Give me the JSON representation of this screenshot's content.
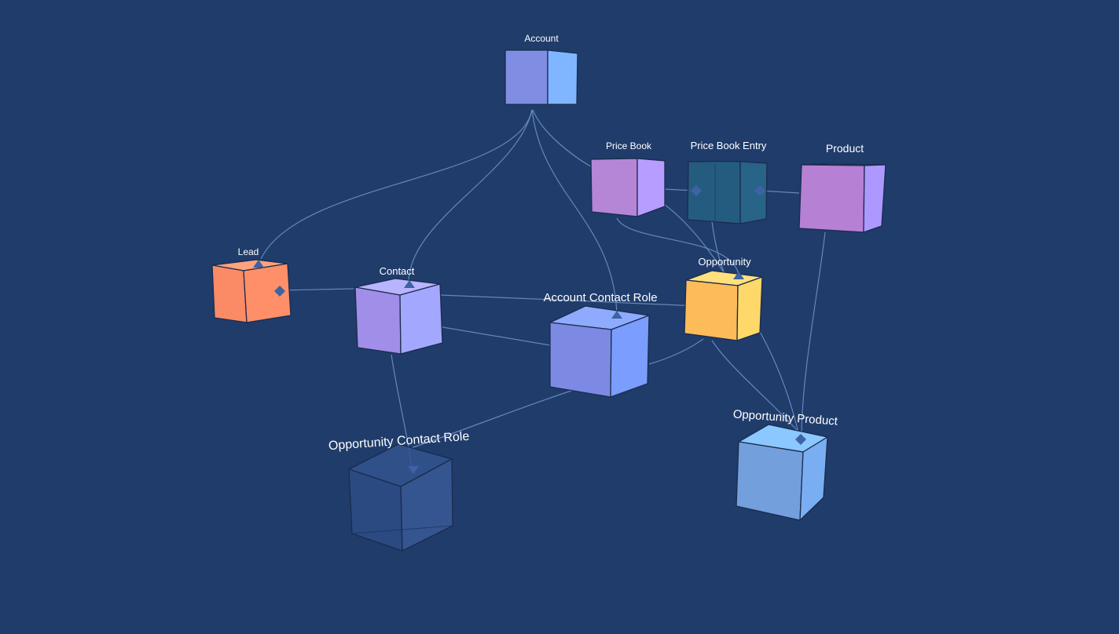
{
  "colors": {
    "background": "#1f3c6b",
    "connector": "#6b8fc4",
    "marker": "#3c63a3",
    "edge": "#1b2c4e"
  },
  "objects": [
    {
      "id": "account",
      "label": "Account",
      "colors": {
        "front": "#7f8ee3",
        "side": "#7fb6ff",
        "top": "#a3c4ff"
      }
    },
    {
      "id": "price-book",
      "label": "Price Book",
      "colors": {
        "front": "#b585d6",
        "side": "#b79dff",
        "top": "#c8b4ff"
      }
    },
    {
      "id": "price-book-entry",
      "label": "Price Book Entry",
      "colors": {
        "front": "#266184",
        "side": "#2a6a8d",
        "top": "#2f7496"
      }
    },
    {
      "id": "product",
      "label": "Product",
      "colors": {
        "front": "#b680d4",
        "side": "#ad98ff",
        "top": "#c3b1ff"
      }
    },
    {
      "id": "lead",
      "label": "Lead",
      "colors": {
        "front": "#fb8a66",
        "side": "#fe8f68",
        "top": "#ffa37e"
      }
    },
    {
      "id": "contact",
      "label": "Contact",
      "colors": {
        "front": "#a08ee8",
        "side": "#a3a8fe",
        "top": "#b9b4ff"
      }
    },
    {
      "id": "account-contact-role",
      "label": "Account Contact Role",
      "colors": {
        "front": "#7c8ae4",
        "side": "#7b9dfd",
        "top": "#8eabff"
      }
    },
    {
      "id": "opportunity",
      "label": "Opportunity",
      "colors": {
        "front": "#fdbb5a",
        "side": "#ffd86a",
        "top": "#ffe07e"
      }
    },
    {
      "id": "opportunity-contact-role",
      "label": "Opportunity Contact Role",
      "colors": {
        "front": "#2e4c86",
        "side": "#3a5996",
        "top": "#34548f"
      }
    },
    {
      "id": "opportunity-product",
      "label": "Opportunity Product",
      "colors": {
        "front": "#739fdd",
        "side": "#7aaef3",
        "top": "#8ac8ff"
      }
    }
  ],
  "relationships": [
    {
      "from": "account",
      "to": "lead"
    },
    {
      "from": "account",
      "to": "contact"
    },
    {
      "from": "account",
      "to": "account-contact-role"
    },
    {
      "from": "account",
      "to": "price-book"
    },
    {
      "from": "price-book",
      "to": "price-book-entry"
    },
    {
      "from": "product",
      "to": "price-book-entry"
    },
    {
      "from": "price-book",
      "to": "opportunity"
    },
    {
      "from": "price-book-entry",
      "to": "opportunity-product"
    },
    {
      "from": "contact",
      "to": "lead"
    },
    {
      "from": "contact",
      "to": "opportunity-contact-role"
    },
    {
      "from": "contact",
      "to": "account-contact-role"
    },
    {
      "from": "opportunity",
      "to": "account-contact-role"
    },
    {
      "from": "opportunity",
      "to": "opportunity-product"
    },
    {
      "from": "product",
      "to": "opportunity-product"
    },
    {
      "from": "account-contact-role",
      "to": "opportunity-contact-role"
    }
  ]
}
